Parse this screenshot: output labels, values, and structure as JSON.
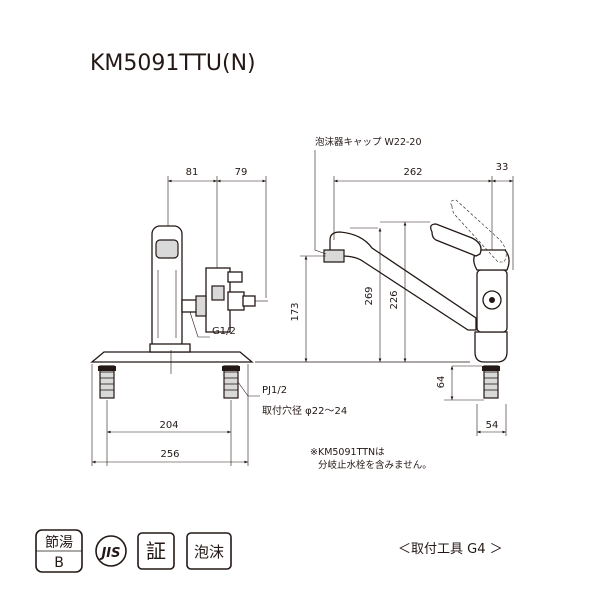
{
  "title": "KM5091TTU(N)",
  "dimensions": {
    "d81": "81",
    "d79": "79",
    "d262": "262",
    "d33": "33",
    "d173": "173",
    "d269": "269",
    "d226": "226",
    "d64": "64",
    "d54": "54",
    "d204": "204",
    "d256": "256"
  },
  "labels": {
    "aerator_cap": "泡沫器キャップ W22-20",
    "g_thread": "G1/2",
    "pj_thread": "PJ1/2",
    "mount_hole": "取付穴径 φ22～24",
    "note_line1": "※KM5091TTNは",
    "note_line2": "分岐止水栓を含みません。",
    "tool": "＜取付工具 G4 ＞"
  },
  "badges": {
    "saving_line1": "節湯",
    "saving_line2": "B",
    "jis": "JIS",
    "certified": "証",
    "foam": "泡沫"
  }
}
